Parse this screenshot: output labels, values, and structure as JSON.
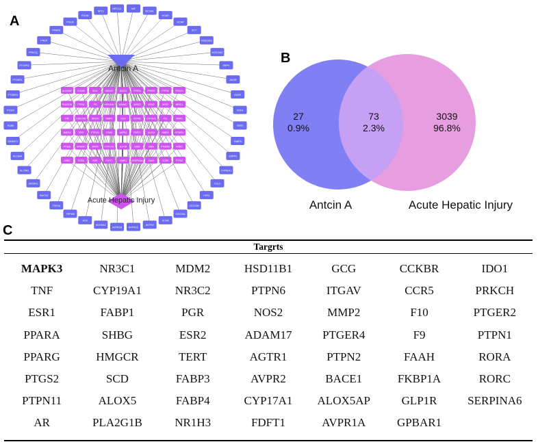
{
  "panels": {
    "a": "A",
    "b": "B",
    "c": "C"
  },
  "network": {
    "center_label": "Antcin A",
    "disease_label": "Acute Hepatic Injury",
    "node_color": "#6b6bf0",
    "shared_color": "#cc55ee",
    "outer_nodes": [
      "MIF",
      "NCOA1",
      "HCAR",
      "HCAR",
      "SCT",
      "HSD11B3",
      "HSD11B2",
      "SRPK",
      "AKGR",
      "GGP2",
      "FNTA",
      "TERT",
      "FABP5",
      "ENPP2",
      "CYP51A1",
      "CCL2",
      "CES1",
      "CDC25B",
      "CDC25A",
      "SCH8",
      "AGTR2",
      "AVPR1C",
      "AVPR1B",
      "ADORA2",
      "ACE",
      "TRPM8",
      "TOP2A",
      "SMOX2",
      "SRD5A1",
      "SLC5A2",
      "SLC6A4",
      "SHMMT1",
      "PDE6",
      "PTGIR",
      "PTGER3",
      "PTGER1",
      "PTGER2",
      "PRKCQ",
      "PREP",
      "PPARD",
      "PGLM",
      "PGHM",
      "NPT1",
      "NPC1L1"
    ],
    "inner_nodes": [
      "ALOX5AP",
      "CCKBR",
      "IDO1",
      "HMGCR",
      "BACE1",
      "PPARA",
      "PPARG",
      "PTPN6",
      "PRKCH",
      "PLA2G1B",
      "PTPN1",
      "F9",
      "HSD11B1",
      "ADAM17",
      "NR3C2",
      "MDM2",
      "NOS2",
      "NR3C1",
      "TNF",
      "HSD17B1",
      "NR1H3",
      "FABP1",
      "GCG",
      "AGTR1",
      "CYP19A1",
      "F10",
      "MMP2",
      "MAPK3",
      "TERT",
      "PTPN11",
      "ITGAV",
      "AVPR2",
      "FDFT1",
      "ALOX5",
      "FABP3",
      "PTGER4",
      "PTGS2",
      "GPBAR1",
      "MMP9",
      "CYP17A1",
      "GLP1R",
      "ESR2",
      "ESR1",
      "PTGER2",
      "RORC",
      "SHBG",
      "RORA",
      "PGR",
      "FDFT1",
      "FABP4",
      "SERPINA6",
      "FAAH",
      "CCR5",
      "PTPN2"
    ]
  },
  "venn": {
    "left_color": "#8080f4",
    "right_color": "#e69ee0",
    "overlap_color": "#c6a0f4",
    "left_label": "Antcin A",
    "right_label": "Acute Hepatic Injury",
    "left_only_count": "27",
    "left_only_pct": "0.9%",
    "overlap_count": "73",
    "overlap_pct": "2.3%",
    "right_only_count": "3039",
    "right_only_pct": "96.8%"
  },
  "table": {
    "header": "Targrts",
    "rows": [
      [
        "MAPK3",
        "NR3C1",
        "MDM2",
        "HSD11B1",
        "GCG",
        "CCKBR",
        "IDO1"
      ],
      [
        "TNF",
        "CYP19A1",
        "NR3C2",
        "PTPN6",
        "ITGAV",
        "CCR5",
        "PRKCH"
      ],
      [
        "ESR1",
        "FABP1",
        "PGR",
        "NOS2",
        "MMP2",
        "F10",
        "PTGER2"
      ],
      [
        "PPARA",
        "SHBG",
        "ESR2",
        "ADAM17",
        "PTGER4",
        "F9",
        "PTPN1"
      ],
      [
        "PPARG",
        "HMGCR",
        "TERT",
        "AGTR1",
        "PTPN2",
        "FAAH",
        "RORA"
      ],
      [
        "PTGS2",
        "SCD",
        "FABP3",
        "AVPR2",
        "BACE1",
        "FKBP1A",
        "RORC"
      ],
      [
        "PTPN11",
        "ALOX5",
        "FABP4",
        "CYP17A1",
        "ALOX5AP",
        "GLP1R",
        "SERPINA6"
      ],
      [
        "AR",
        "PLA2G1B",
        "NR1H3",
        "FDFT1",
        "AVPR1A",
        "GPBAR1",
        ""
      ]
    ],
    "bold_cell": "MAPK3"
  }
}
